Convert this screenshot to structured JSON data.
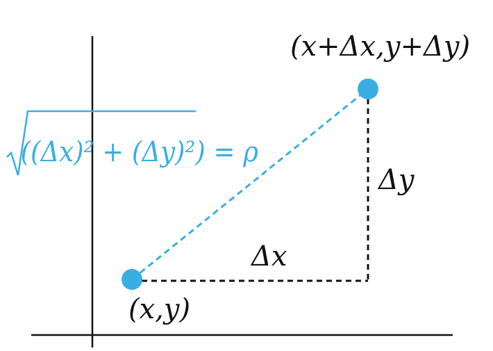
{
  "diagram": {
    "labels": {
      "point_start": "(x,y)",
      "point_end": "(x+Δx,y+Δy)",
      "dx": "Δx",
      "dy": "Δy",
      "distance_formula": "√((Δx)² + (Δy)²) = ρ"
    },
    "colors": {
      "accent": "#3aaee2",
      "ink": "#111111"
    }
  }
}
